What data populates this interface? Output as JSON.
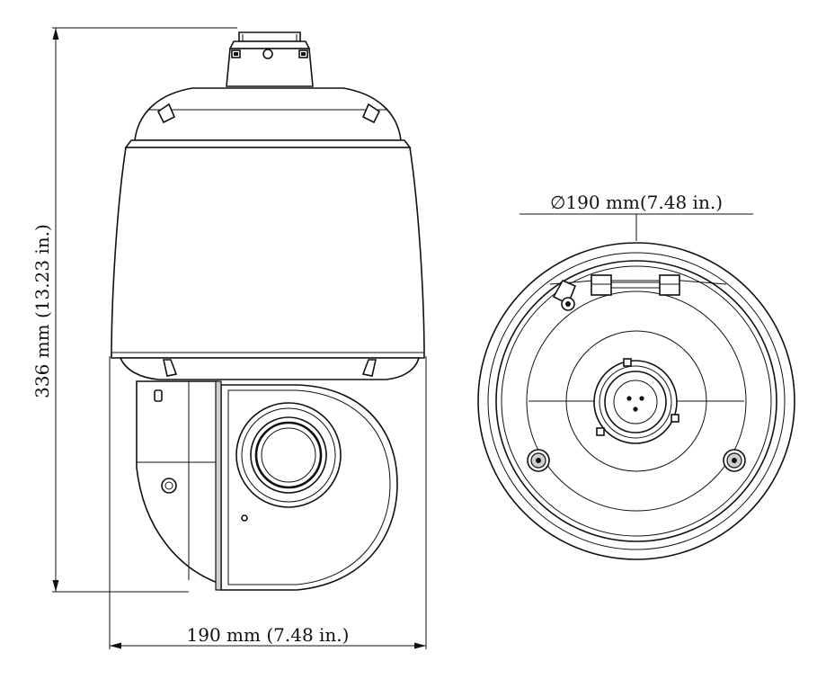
{
  "front_view": {
    "height_label": "336 mm (13.23 in.)",
    "width_label": "190 mm (7.48 in.)"
  },
  "bottom_view": {
    "diameter_label": "∅190 mm(7.48 in.)"
  }
}
